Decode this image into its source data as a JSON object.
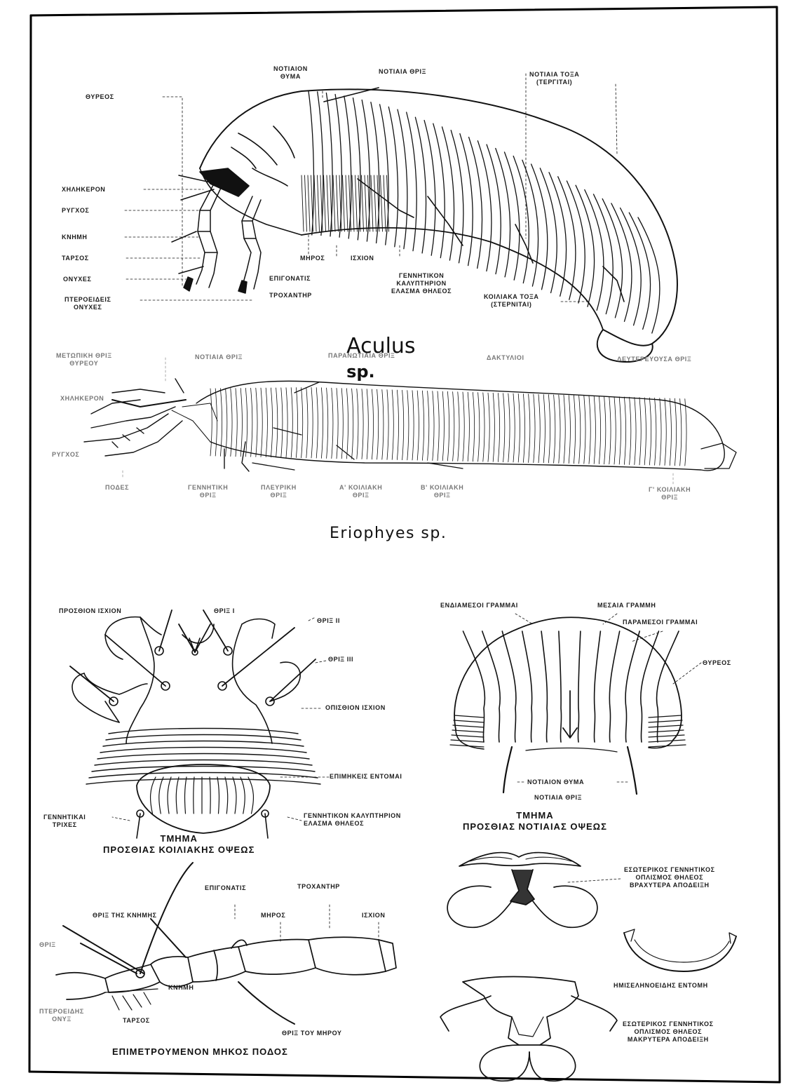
{
  "aculus": {
    "caption": "Aculus sp.",
    "caption_main": "Aculus",
    "caption_sp": "sp.",
    "labels": {
      "notiaion_thyma": "ΝΟΤΙΑΙΟΝ\nΘΥΜΑ",
      "notiaia_thrix": "ΝΟΤΙΑΙΑ ΘΡΙΞ",
      "notiaia_toxa": "ΝΟΤΙΑΙΑ ΤΟΞΑ\n(ΤΕΡΓΙΤΑΙ)",
      "thyreos": "ΘΥΡΕΟΣ",
      "chilikeron": "ΧΗΛΗΚΕΡΟΝ",
      "rygchos": "ΡΥΓΧΟΣ",
      "knimi": "ΚΝΗΜΗ",
      "tarsos": "ΤΑΡΣΟΣ",
      "onyches": "ΟΝΥΧΕΣ",
      "pteroeideis": "ΠΤΕΡΟΕΙΔΕΙΣ\nΟΝΥΧΕΣ",
      "miros": "ΜΗΡΟΣ",
      "ischion": "ΙΣΧΙΟΝ",
      "epigonatis": "ΕΠΙΓΟΝΑΤΙΣ",
      "trochantir": "ΤΡΟΧΑΝΤΗΡ",
      "gennitikon": "ΓΕΝΝΗΤΙΚΟΝ\nΚΑΛΥΠΤΗΡΙΟΝ\nΕΛΑΣΜΑ ΘΗΛΕΟΣ",
      "koiliaka_toxa": "ΚΟΙΛΙΑΚΑ ΤΟΞΑ\n(ΣΤΕΡΝΙΤΑΙ)"
    }
  },
  "eriophyes": {
    "caption": "Eriophyes sp.",
    "labels_top": [
      "ΜΕΤΩΠΙΚΗ ΘΡΙΞ\nΘΥΡΕΟΥ",
      "ΝΟΤΙΑΙΑ ΘΡΙΞ",
      "ΠΑΡΑΝΩΤΙΑΙΑ ΘΡΙΞ",
      "ΔΑΚΤΥΛΙΟΙ",
      "ΔΕΥΤΕΡΕΥΟΥΣΑ ΘΡΙΞ"
    ],
    "label_chilikeron": "ΧΗΛΗΚΕΡΟΝ",
    "label_rygchos": "ΡΥΓΧΟΣ",
    "labels_bottom": [
      "ΠΟΔΕΣ",
      "ΓΕΝΝΗΤΙΚΗ\nΘΡΙΞ",
      "ΠΛΕΥΡΙΚΗ\nΘΡΙΞ",
      "Α' ΚΟΙΛΙΑΚΗ\nΘΡΙΞ",
      "Β' ΚΟΙΛΙΑΚΗ\nΘΡΙΞ",
      "Γ' ΚΟΙΛΙΑΚΗ\nΘΡΙΞ"
    ]
  },
  "ventral": {
    "labels": {
      "prosthion_ischion": "ΠΡΟΣΘΙΟΝ ΙΣΧΙΟΝ",
      "thrix_1": "ΘΡΙΞ Ι",
      "thrix_2": "ΘΡΙΞ ΙΙ",
      "thrix_3": "ΘΡΙΞ ΙΙΙ",
      "opisthion_ischion": "ΟΠΙΣΘΙΟΝ ΙΣΧΙΟΝ",
      "epimikeis_entomai": "ΕΠΙΜΗΚΕΙΣ ΕΝΤΟΜΑΙ",
      "gennitikai_triches": "ΓΕΝΝΗΤΙΚΑΙ\nΤΡΙΧΕΣ",
      "gennitikon_kalyptirion": "ΓΕΝΝΗΤΙΚΟΝ ΚΑΛΥΠΤΗΡΙΟΝ\nΕΛΑΣΜΑ ΘΗΛΕΟΣ"
    },
    "title": "ΤΜΗΜΑ\nΠΡΟΣΘΙΑΣ ΚΟΙΛΙΑΚΗΣ ΟΨΕΩΣ"
  },
  "dorsal": {
    "labels": {
      "endiamesoi": "ΕΝΔΙΑΜΕΣΟΙ ΓΡΑΜΜΑΙ",
      "mesaia": "ΜΕΣΑΙΑ ΓΡΑΜΜΗ",
      "paramesoi": "ΠΑΡΑΜΕΣΟΙ ΓΡΑΜΜΑΙ",
      "thyreos": "ΘΥΡΕΟΣ",
      "notiaion_thyma": "ΝΟΤΙΑΙΟΝ ΘΥΜΑ",
      "notiaia_thrix": "ΝΟΤΙΑΙΑ ΘΡΙΞ"
    },
    "title": "ΤΜΗΜΑ\nΠΡΟΣΘΙΑΣ ΝΟΤΙΑΙΑΣ ΟΨΕΩΣ"
  },
  "leg": {
    "labels": {
      "epigonatis": "ΕΠΙΓΟΝΑΤΙΣ",
      "trochantir": "ΤΡΟΧΑΝΤΗΡ",
      "thrix_knimis": "ΘΡΙΞ ΤΗΣ ΚΝΗΜΗΣ",
      "miros": "ΜΗΡΟΣ",
      "ischion": "ΙΣΧΙΟΝ",
      "thrix_left": "ΘΡΙΞ",
      "knimi": "ΚΝΗΜΗ",
      "pteroeidis": "ΠΤΕΡΟΕΙΔΗΣ\nΟΝΥΞ",
      "tarsos": "ΤΑΡΣΟΣ",
      "thrix_mirou": "ΘΡΙΞ ΤΟΥ ΜΗΡΟΥ"
    },
    "title": "ΕΠΙΜΕΤΡΟΥΜΕΝΟΝ ΜΗΚΟΣ ΠΟΔΟΣ"
  },
  "genital": {
    "labels": {
      "esoterikos_female": "ΕΣΩΤΕΡΙΚΟΣ ΓΕΝΝΗΤΙΚΟΣ\nΟΠΛΙΣΜΟΣ ΘΗΛΕΟΣ\nΒΡΑΧΥΤΕΡΑ ΑΠΟΔΕΙΞΗ",
      "imiseliniakis": "ΗΜΙΣΕΛΗΝΟΕΙΔΗΣ ΕΝΤΟΜΗ",
      "esoterikos_male": "ΕΣΩΤΕΡΙΚΟΣ ΓΕΝΝΗΤΙΚΟΣ\nΟΠΛΙΣΜΟΣ ΘΗΛΕΟΣ\nΜΑΚΡΥΤΕΡΑ ΑΠΟΔΕΙΞΗ"
    }
  }
}
